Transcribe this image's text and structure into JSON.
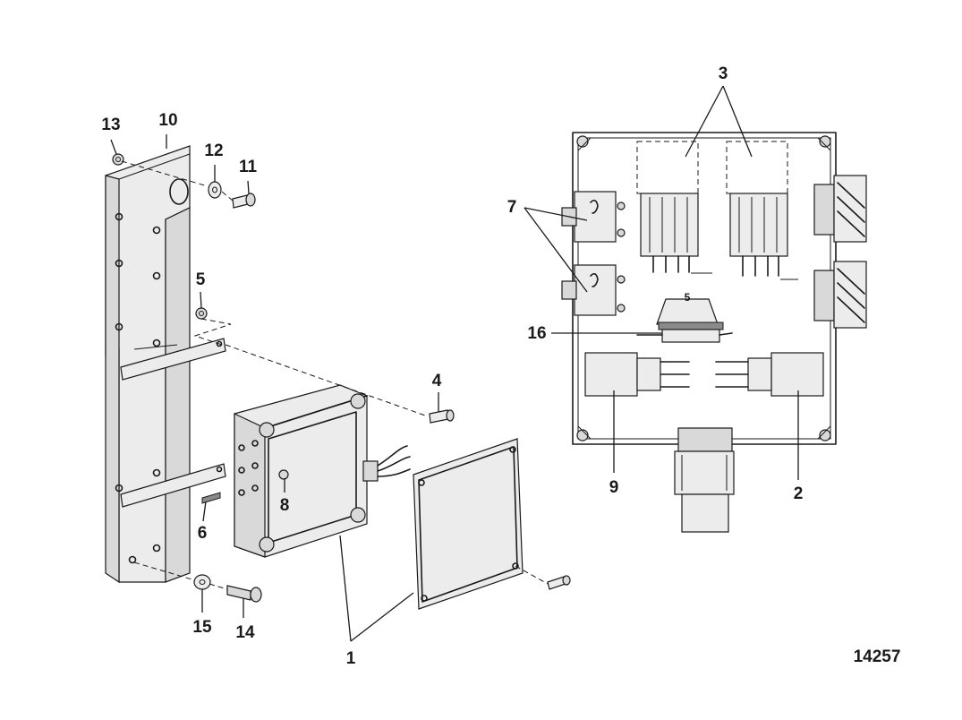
{
  "callouts": {
    "c1": "1",
    "c2": "2",
    "c3": "3",
    "c4": "4",
    "c5a": "5",
    "c5b": "5",
    "c6": "6",
    "c7": "7",
    "c8": "8",
    "c9": "9",
    "c10": "10",
    "c11": "11",
    "c12": "12",
    "c13": "13",
    "c14": "14",
    "c15": "15",
    "c16": "16"
  },
  "figure_id": "14257"
}
